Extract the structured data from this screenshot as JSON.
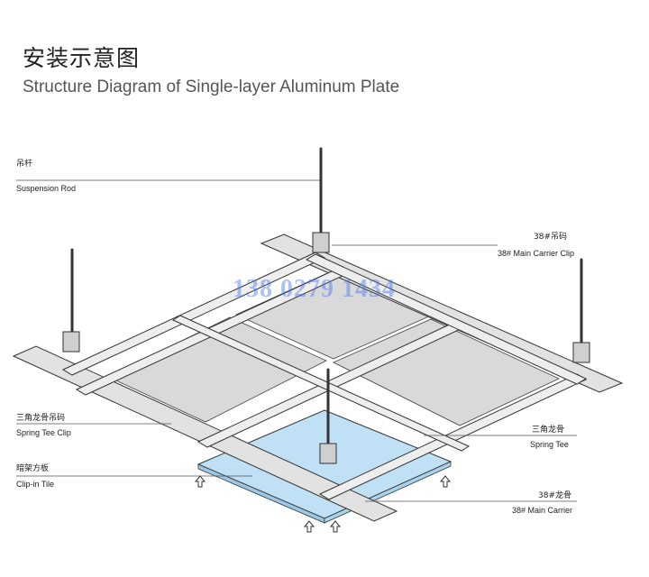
{
  "header": {
    "title_cn": "安装示意图",
    "title_en": "Structure Diagram of Single-layer Aluminum Plate"
  },
  "watermark": "138 0279 1434",
  "labels": {
    "suspension_rod": {
      "cn": "吊杆",
      "en": "Suspension Rod"
    },
    "main_carrier_clip": {
      "cn": "38#吊码",
      "en": "38# Main Carrier Clip"
    },
    "spring_tee_clip": {
      "cn": "三角龙骨吊码",
      "en": "Spring Tee Clip"
    },
    "clip_in_tile": {
      "cn": "暗架方板",
      "en": "Clip-in Tile"
    },
    "spring_tee": {
      "cn": "三角龙骨",
      "en": "Spring Tee"
    },
    "main_carrier": {
      "cn": "38#龙骨",
      "en": "38#  Main Carrier"
    }
  },
  "colors": {
    "panel": "#d9d9d9",
    "rail": "#e6e6e6",
    "outline": "#333333",
    "tile": "#bfe0f5",
    "leader": "#555555"
  }
}
